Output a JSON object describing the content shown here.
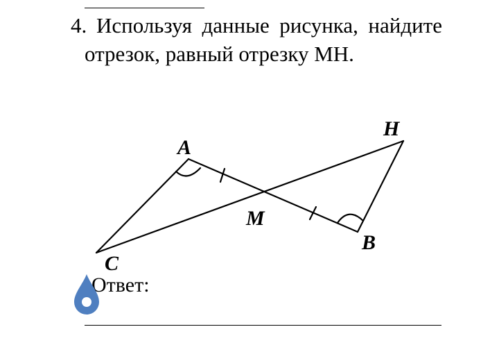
{
  "task": {
    "number": "4.",
    "text": "Используя данные рисунка, найдите отрезок, равный отрезку МН."
  },
  "figure": {
    "labels": {
      "A": "A",
      "H": "H",
      "M": "M",
      "B": "B",
      "C": "C"
    }
  },
  "answer": {
    "label": "Ответ:"
  },
  "icons": {
    "drop": {
      "name": "water-drop-icon",
      "color": "#4f7fc0"
    }
  }
}
